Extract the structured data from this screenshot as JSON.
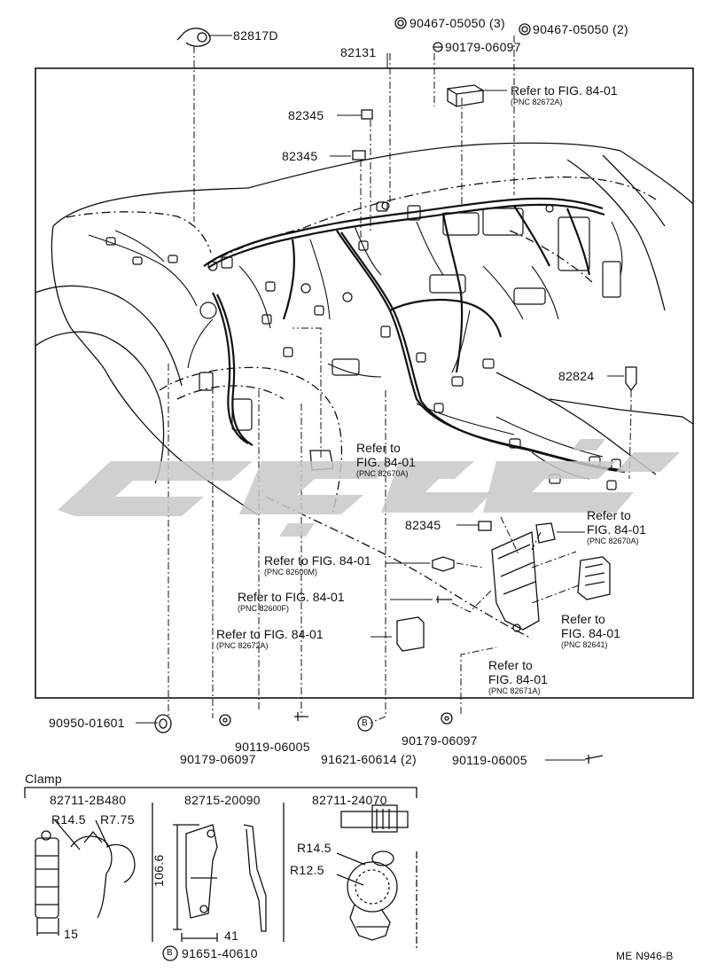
{
  "colors": {
    "line": "#111111",
    "watermark": "#c8c8c8",
    "background": "#ffffff"
  },
  "parts": {
    "p82817d": "82817D",
    "p90467_a": "90467-05050 (3)",
    "p90467_b": "90467-05050 (2)",
    "p90179_top": "90179-06097",
    "p82131": "82131",
    "p82345_a": "82345",
    "p82345_b": "82345",
    "p82345_c": "82345",
    "p82824": "82824",
    "p90950": "90950-01601",
    "p90179_bl": "90179-06097",
    "p90119_l": "90119-06005",
    "p91621": "91621-60614 (2)",
    "p90179_br": "90179-06097",
    "p90119_r": "90119-06005"
  },
  "refs": {
    "r_top": {
      "l1": "Refer to FIG. 84-01",
      "pnc": "(PNC 82672A)"
    },
    "r_mid": {
      "l1": "Refer to",
      "l2": "FIG. 84-01",
      "pnc": "(PNC 82670A)"
    },
    "r_right": {
      "l1": "Refer to",
      "l2": "FIG. 84-01",
      "pnc": "(PNC 82670A)"
    },
    "r_800m": {
      "l1": "Refer to FIG. 84-01",
      "pnc": "(PNC 82600M)"
    },
    "r_600f": {
      "l1": "Refer to FIG. 84-01",
      "pnc": "(PNC 82600F)"
    },
    "r_672a": {
      "l1": "Refer to FIG. 84-01",
      "pnc": "(PNC 82672A)"
    },
    "r_641": {
      "l1": "Refer to",
      "l2": "FIG. 84-01",
      "pnc": "(PNC 82641)"
    },
    "r_671a": {
      "l1": "Refer to",
      "l2": "FIG. 84-01",
      "pnc": "(PNC 82671A)"
    }
  },
  "clamp": {
    "title": "Clamp",
    "c1": {
      "part": "82711-2B480",
      "r1": "R14.5",
      "r2": "R7.75",
      "dim": "15"
    },
    "c2": {
      "part": "82715-20090",
      "dim_h": "106.6",
      "dim_w": "41",
      "bolt": "91651-40610"
    },
    "c3": {
      "part": "82711-24070",
      "r1": "R14.5",
      "r2": "R12.5"
    }
  },
  "footer_code": "ME N946-B",
  "icons": {
    "circle_b": "B"
  }
}
